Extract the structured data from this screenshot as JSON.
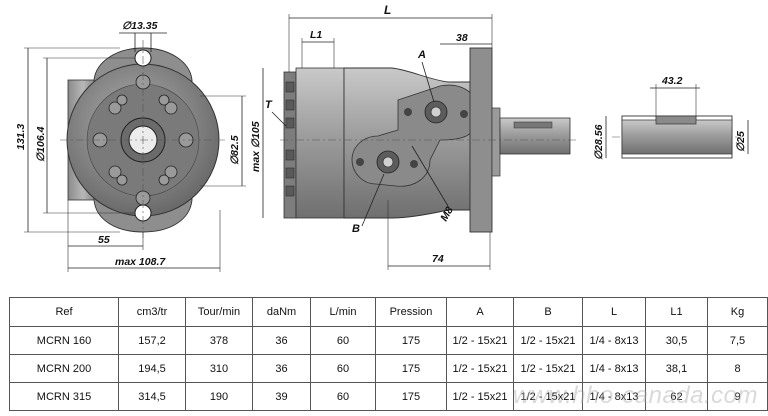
{
  "drawing": {
    "front_view": {
      "bolt_hole_dia": "∅13.35",
      "overall_height": "131.3",
      "bolt_circle_dia": "∅106.4",
      "pilot_dia": "∅82.5",
      "half_width": "55",
      "max_width": "max 108.7"
    },
    "side_view": {
      "length": "L",
      "length_l1": "L1",
      "flange_offset": "38",
      "port_a": "A",
      "port_b": "B",
      "label_t": "T",
      "body_dia": "max ∅105",
      "thread": "M8",
      "shaft_length": "74"
    },
    "shaft_view": {
      "key_length": "43.2",
      "shaft_dia": "∅28.56",
      "key_dia": "∅25"
    }
  },
  "table": {
    "headers": [
      "Ref",
      "cm3/tr",
      "Tour/min",
      "daNm",
      "L/min",
      "Pression",
      "A",
      "B",
      "L",
      "L1",
      "Kg"
    ],
    "rows": [
      [
        "MCRN 160",
        "157,2",
        "378",
        "36",
        "60",
        "175",
        "1/2 - 15x21",
        "1/2 - 15x21",
        "1/4 - 8x13",
        "30,5",
        "7,5"
      ],
      [
        "MCRN 200",
        "194,5",
        "310",
        "36",
        "60",
        "175",
        "1/2 - 15x21",
        "1/2 - 15x21",
        "1/4 - 8x13",
        "38,1",
        "8"
      ],
      [
        "MCRN 315",
        "314,5",
        "190",
        "39",
        "60",
        "175",
        "1/2 - 15x21",
        "1/2 - 15x21",
        "1/4 - 8x13",
        "62",
        "9"
      ]
    ]
  },
  "watermark": "www.hho-canada.com"
}
